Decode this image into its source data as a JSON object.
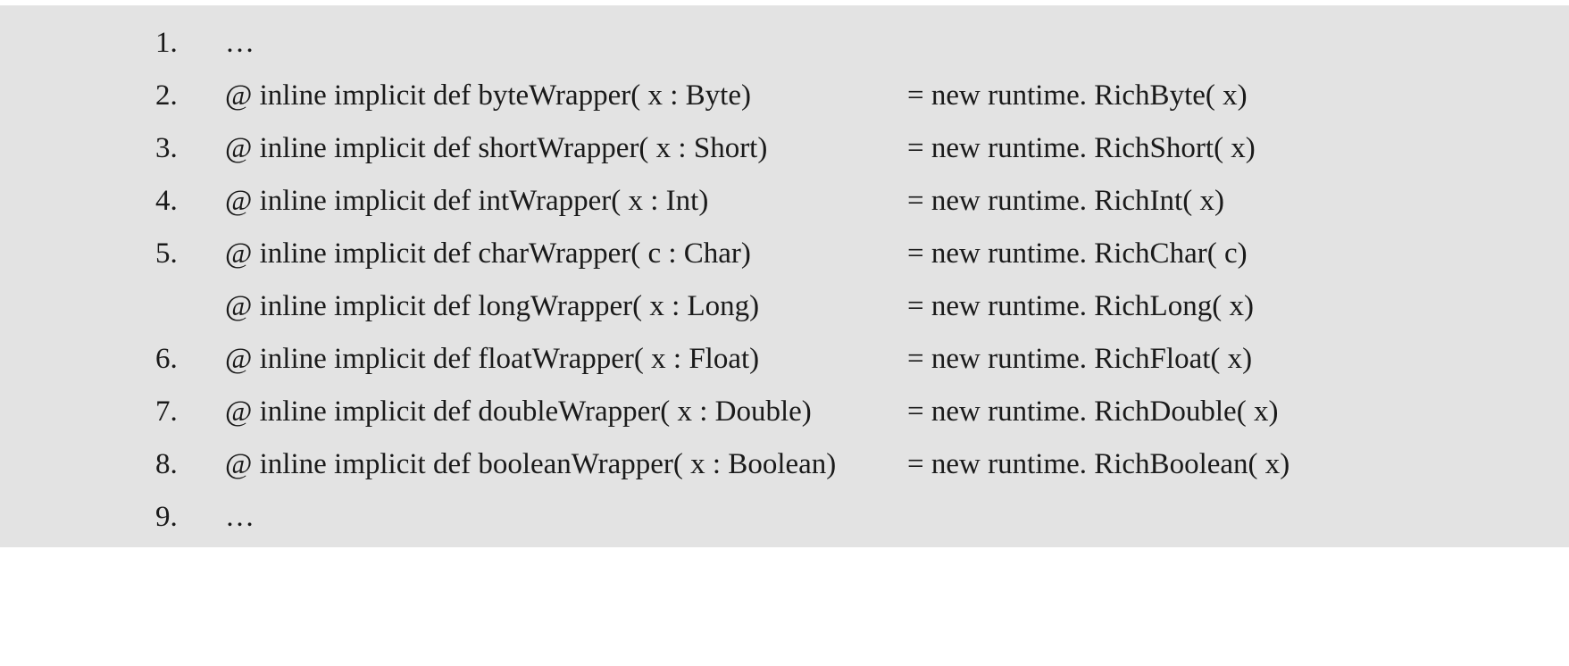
{
  "code": {
    "lines": [
      {
        "num": "1.",
        "decl": "…",
        "assign": ""
      },
      {
        "num": "2.",
        "decl": "@ inline implicit def byteWrapper( x : Byte)",
        "assign": "= new runtime. RichByte( x)"
      },
      {
        "num": "3.",
        "decl": "@ inline implicit def shortWrapper( x : Short)",
        "assign": "= new runtime. RichShort( x)"
      },
      {
        "num": "4.",
        "decl": "@ inline implicit def intWrapper( x : Int)",
        "assign": "= new runtime. RichInt( x)"
      },
      {
        "num": "5.",
        "decl": "@ inline implicit def charWrapper( c : Char)",
        "assign": "= new runtime. RichChar( c)"
      },
      {
        "num": "",
        "decl": "@ inline implicit def longWrapper( x : Long)",
        "assign": "= new runtime. RichLong( x)"
      },
      {
        "num": "6.",
        "decl": "@ inline implicit def floatWrapper( x : Float)",
        "assign": "= new runtime. RichFloat( x)"
      },
      {
        "num": "7.",
        "decl": "@ inline implicit def doubleWrapper( x : Double)",
        "assign": "= new runtime. RichDouble( x)"
      },
      {
        "num": "8.",
        "decl": "@ inline implicit def booleanWrapper( x : Boolean)",
        "assign": "= new runtime. RichBoolean( x)"
      },
      {
        "num": "9.",
        "decl": "…",
        "assign": ""
      }
    ]
  }
}
